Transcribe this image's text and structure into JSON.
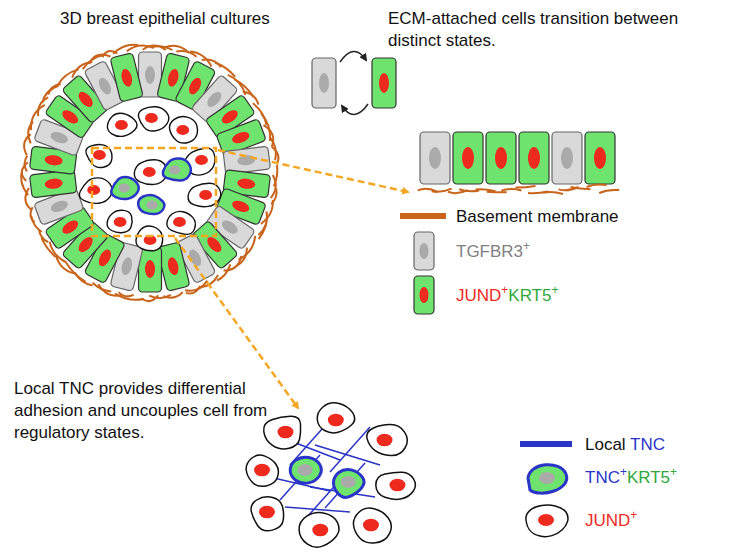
{
  "diagram": {
    "labels": [
      "3D breast epithelial cultures",
      "ECM-attached cells transition between distinct states.",
      "Local TNC provides differential adhesion and uncouples cell from regulatory states."
    ],
    "legend": [
      {
        "text": "Basement membrane",
        "color": "#c8651b"
      },
      {
        "text": "TGFBR3+"
      },
      {
        "text": "JUND+KRT5+"
      },
      {
        "text": "Local TNC",
        "color": "#2a35c8"
      },
      {
        "text": "TNC+KRT5+"
      },
      {
        "text": "JUND+"
      }
    ]
  }
}
